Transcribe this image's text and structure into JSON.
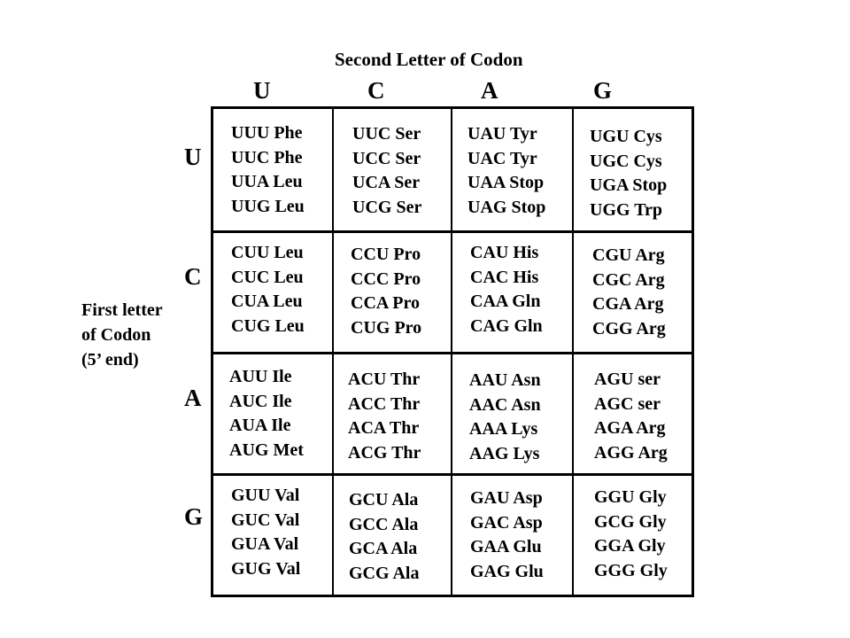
{
  "title": "Second Letter of Codon",
  "side_label": {
    "line1": "First letter",
    "line2": "of Codon",
    "line3": "(5’ end)"
  },
  "second_letters": [
    "U",
    "C",
    "A",
    "G"
  ],
  "first_letters": [
    "U",
    "C",
    "A",
    "G"
  ],
  "cells": [
    [
      [
        "UUU Phe",
        "UUC Phe",
        "UUA Leu",
        "UUG Leu"
      ],
      [
        "UUC Ser",
        "UCC Ser",
        "UCA Ser",
        "UCG Ser"
      ],
      [
        "UAU Tyr",
        "UAC Tyr",
        "UAA  Stop",
        "UAG  Stop"
      ],
      [
        "UGU  Cys",
        "UGC  Cys",
        "UGA  Stop",
        "UGG  Trp"
      ]
    ],
    [
      [
        "CUU Leu",
        "CUC Leu",
        "CUA Leu",
        "CUG Leu"
      ],
      [
        "CCU Pro",
        "CCC Pro",
        "CCA Pro",
        "CUG Pro"
      ],
      [
        "CAU His",
        "CAC His",
        "CAA Gln",
        "CAG Gln"
      ],
      [
        "CGU Arg",
        "CGC Arg",
        "CGA Arg",
        "CGG Arg"
      ]
    ],
    [
      [
        "AUU Ile",
        "AUC Ile",
        "AUA Ile",
        "AUG Met"
      ],
      [
        "ACU Thr",
        "ACC Thr",
        "ACA Thr",
        "ACG Thr"
      ],
      [
        "AAU Asn",
        "AAC Asn",
        "AAA Lys",
        "AAG Lys"
      ],
      [
        "AGU ser",
        "AGC ser",
        "AGA Arg",
        "AGG Arg"
      ]
    ],
    [
      [
        "GUU Val",
        "GUC Val",
        "GUA Val",
        "GUG Val"
      ],
      [
        "GCU Ala",
        "GCC Ala",
        "GCA Ala",
        "GCG Ala"
      ],
      [
        "GAU Asp",
        "GAC Asp",
        "GAA Glu",
        "GAG Glu"
      ],
      [
        "GGU Gly",
        "GCG Gly",
        "GGA Gly",
        "GGG Gly"
      ]
    ]
  ]
}
